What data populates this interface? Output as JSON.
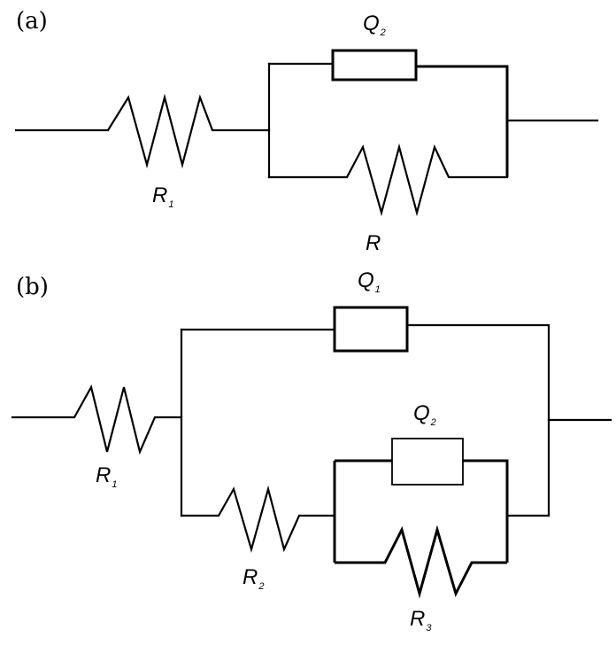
{
  "panels": {
    "a": {
      "label": "(a)",
      "r1": {
        "symbol": "R",
        "sub": "1"
      },
      "q2": {
        "symbol": "Q",
        "sub": "2"
      },
      "r2": {
        "symbol": "R",
        "sub": ""
      }
    },
    "b": {
      "label": "(b)",
      "r1": {
        "symbol": "R",
        "sub": "1"
      },
      "q1": {
        "symbol": "Q",
        "sub": "1"
      },
      "r2": {
        "symbol": "R",
        "sub": "2"
      },
      "q2": {
        "symbol": "Q",
        "sub": "2"
      },
      "r3": {
        "symbol": "R",
        "sub": "3"
      }
    }
  }
}
